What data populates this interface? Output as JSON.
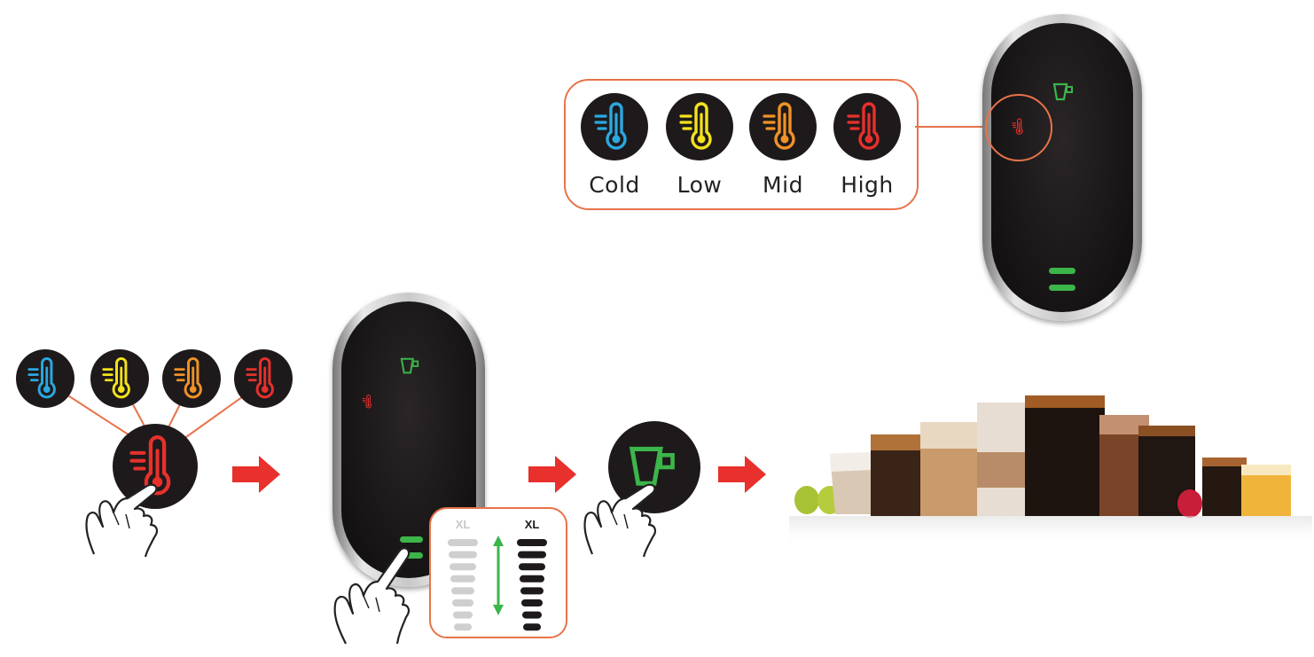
{
  "temperature_panel": {
    "options": [
      {
        "label": "Cold",
        "color": "#2aa8e0"
      },
      {
        "label": "Low",
        "color": "#f4e21b"
      },
      {
        "label": "Mid",
        "color": "#f19226"
      },
      {
        "label": "High",
        "color": "#e8302c"
      }
    ],
    "border_color": "#e8734a"
  },
  "size_selector": {
    "light_label": "XL",
    "dark_label": "XL",
    "light_bar_color": "#cfcfcf",
    "dark_bar_color": "#1e1a1b",
    "arrow_color": "#3cb54a"
  },
  "colors": {
    "green_indicator": "#3cb54a",
    "red_indicator": "#e8302c",
    "arrow": "#e8302c",
    "device_face": "#171314"
  }
}
